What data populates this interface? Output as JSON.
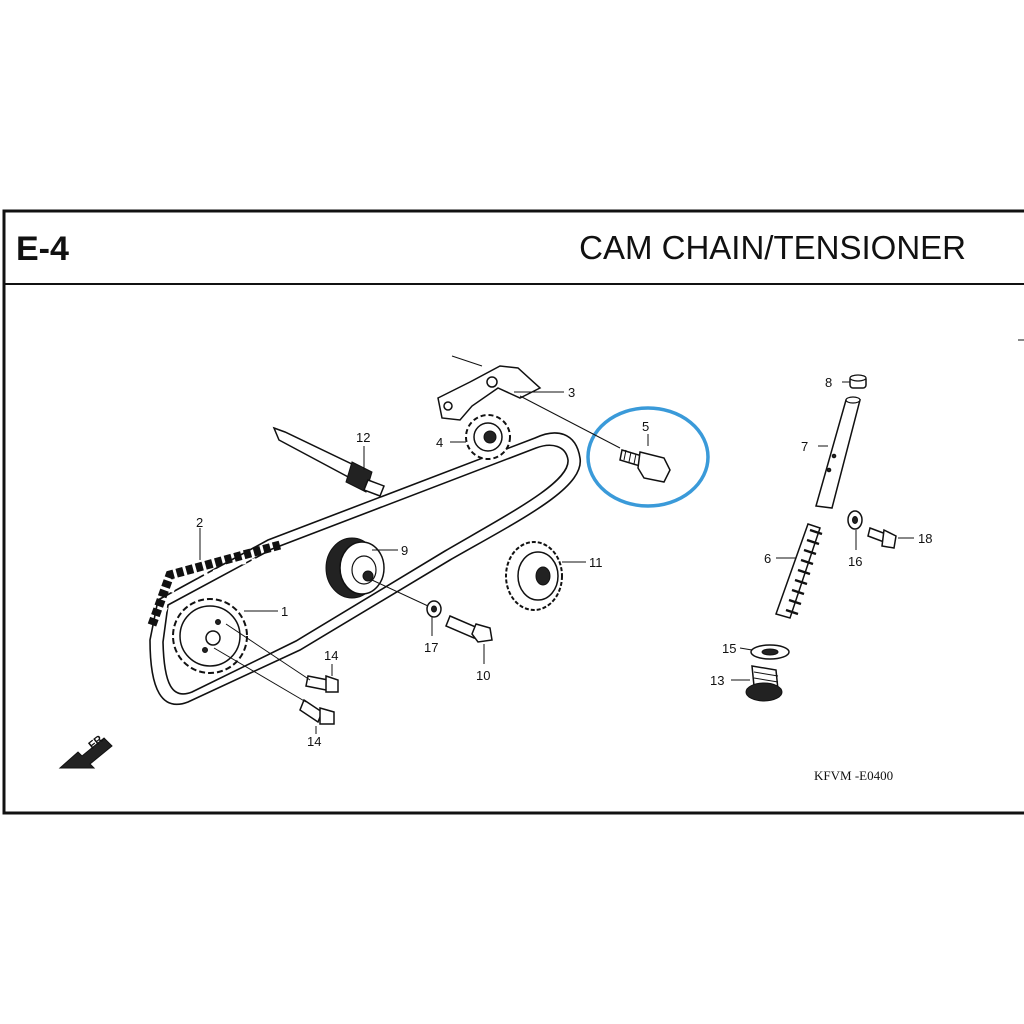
{
  "header": {
    "section_code": "E-4",
    "title": "CAM  CHAIN/TENSIONER"
  },
  "callouts": {
    "p1": "1",
    "p2": "2",
    "p3": "3",
    "p4": "4",
    "p5": "5",
    "p6": "6",
    "p7": "7",
    "p8": "8",
    "p9": "9",
    "p10": "10",
    "p11": "11",
    "p12": "12",
    "p13": "13",
    "p14a": "14",
    "p14b": "14",
    "p15": "15",
    "p16": "16",
    "p17": "17",
    "p18": "18"
  },
  "direction_label": "FR.",
  "reference_code": "KFVM -E0400",
  "highlight_color": "#3a9ad9"
}
